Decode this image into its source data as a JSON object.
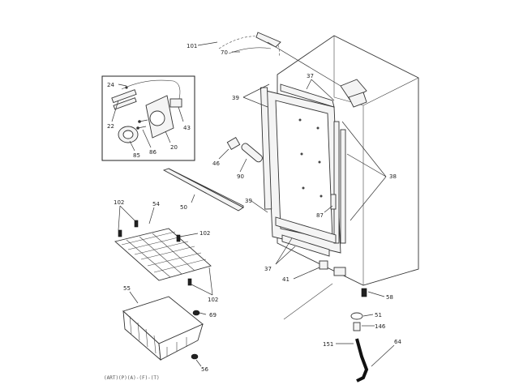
{
  "callouts": {
    "c101": "101",
    "c70": "70",
    "c37_top": "37",
    "c39_top": "39",
    "c24": "24",
    "c22": "22",
    "c43": "43",
    "c20": "20",
    "c86": "86",
    "c85": "85",
    "c46": "46",
    "c90": "90",
    "c38": "38",
    "c50": "50",
    "c102_a": "102",
    "c54": "54",
    "c102_b": "102",
    "c39_mid": "39",
    "c87": "87",
    "c37_bottom": "37",
    "c41": "41",
    "c102_c": "102",
    "c55": "55",
    "c58": "58",
    "c69": "69",
    "c51": "51",
    "c146": "146",
    "c151": "151",
    "c64": "64",
    "c56": "56"
  },
  "credit": "(ART)(P)(A)-(F)-(T)"
}
